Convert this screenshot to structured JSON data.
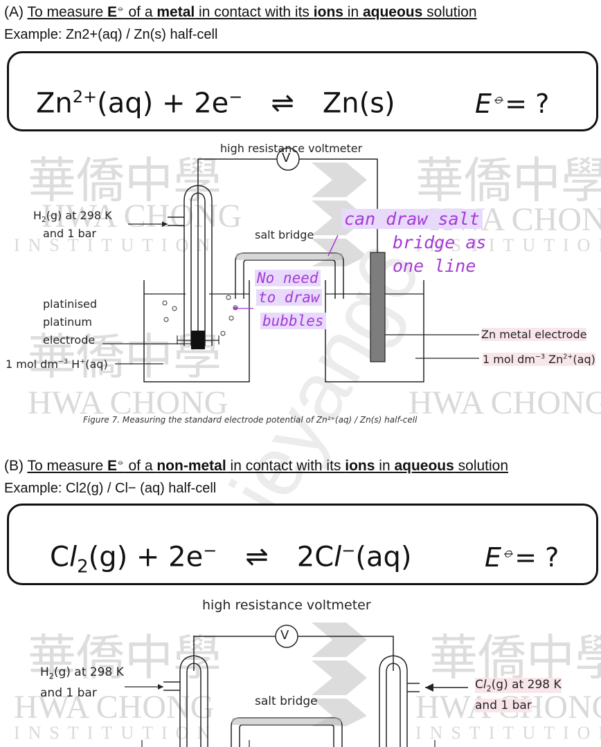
{
  "section_a": {
    "heading_prefix": "(A) ",
    "heading_1": "To measure ",
    "heading_E": "E",
    "heading_theta": "⦵",
    "heading_2": " of a ",
    "heading_metal": "metal",
    "heading_3": " in contact with its ",
    "heading_ions": "ions",
    "heading_4": " in ",
    "heading_aqueous": "aqueous",
    "heading_5": " solution",
    "example": "Example: Zn2+(aq) / Zn(s) half-cell",
    "eq_left": "Zn",
    "eq_left_sup": "2+",
    "eq_left_rest": "(aq)  +  2e",
    "eq_e_sup": "−",
    "eq_arrow": "⇌",
    "eq_right": "Zn(s)",
    "eq_E": "E",
    "eq_E_sup": "⦵",
    "eq_q": "= ?",
    "voltmeter_label": "high resistance voltmeter",
    "v_symbol": "V",
    "h2_label_1": "H",
    "h2_label_sub": "2",
    "h2_label_2": "(g) at 298 K",
    "h2_label_3": "and 1 bar",
    "salt_bridge": "salt bridge",
    "pt_label_1": "platinised",
    "pt_label_2": "platinum",
    "pt_label_3": "electrode",
    "h_plus_1": "1 mol dm",
    "h_plus_sup": "−3",
    "h_plus_2": " H",
    "h_plus_sup2": "+",
    "h_plus_3": "(aq)",
    "zn_electrode": "Zn metal electrode",
    "zn_sol_1": "1 mol dm",
    "zn_sol_sup": "−3",
    "zn_sol_2": " Zn",
    "zn_sol_sup2": "2+",
    "zn_sol_3": "(aq)",
    "hand_1": "can draw salt",
    "hand_2": "bridge as",
    "hand_3": "one line",
    "hand_4": "No need",
    "hand_5": "to draw",
    "hand_6": "bubbles",
    "caption": "Figure 7. Measuring the standard electrode potential of Zn²⁺(aq) / Zn(s) half-cell"
  },
  "section_b": {
    "heading_prefix": "(B) ",
    "heading_1": "To measure ",
    "heading_E": "E",
    "heading_theta": "⦵",
    "heading_2": " of a ",
    "heading_nonmetal": "non-metal",
    "heading_3": " in contact with its ",
    "heading_ions": "ions",
    "heading_4": " in ",
    "heading_aqueous": "aqueous",
    "heading_5": " solution",
    "example": "Example: Cl2(g) / Cl− (aq) half-cell",
    "eq_left": "C",
    "eq_left_l": "l",
    "eq_left_sub": "2",
    "eq_left_rest": "(g)  +  2e",
    "eq_e_sup": "−",
    "eq_arrow": "⇌",
    "eq_right_1": "2C",
    "eq_right_l": "l",
    "eq_right_sup": "−",
    "eq_right_2": "(aq)",
    "eq_E": "E",
    "eq_E_sup": "⦵",
    "eq_q": "= ?",
    "voltmeter_label": "high resistance voltmeter",
    "v_symbol": "V",
    "h2_label_1": "H",
    "h2_label_sub": "2",
    "h2_label_2": "(g) at 298 K",
    "h2_label_3": "and 1 bar",
    "salt_bridge": "salt bridge",
    "cl2_label_1": "C",
    "cl2_label_l": "l",
    "cl2_label_sub": "2",
    "cl2_label_2": "(g) at 298 K",
    "cl2_label_3": "and 1 bar"
  },
  "watermarks": {
    "hwa_chong": "HWA CHONG",
    "institution": "INSTITUTION",
    "chinese": "華僑中學",
    "diag": "ieyang6"
  },
  "colors": {
    "handwriting": "#a53ad6",
    "highlight_purple": "#e7dafb",
    "highlight_pink": "#f9e6ea"
  }
}
